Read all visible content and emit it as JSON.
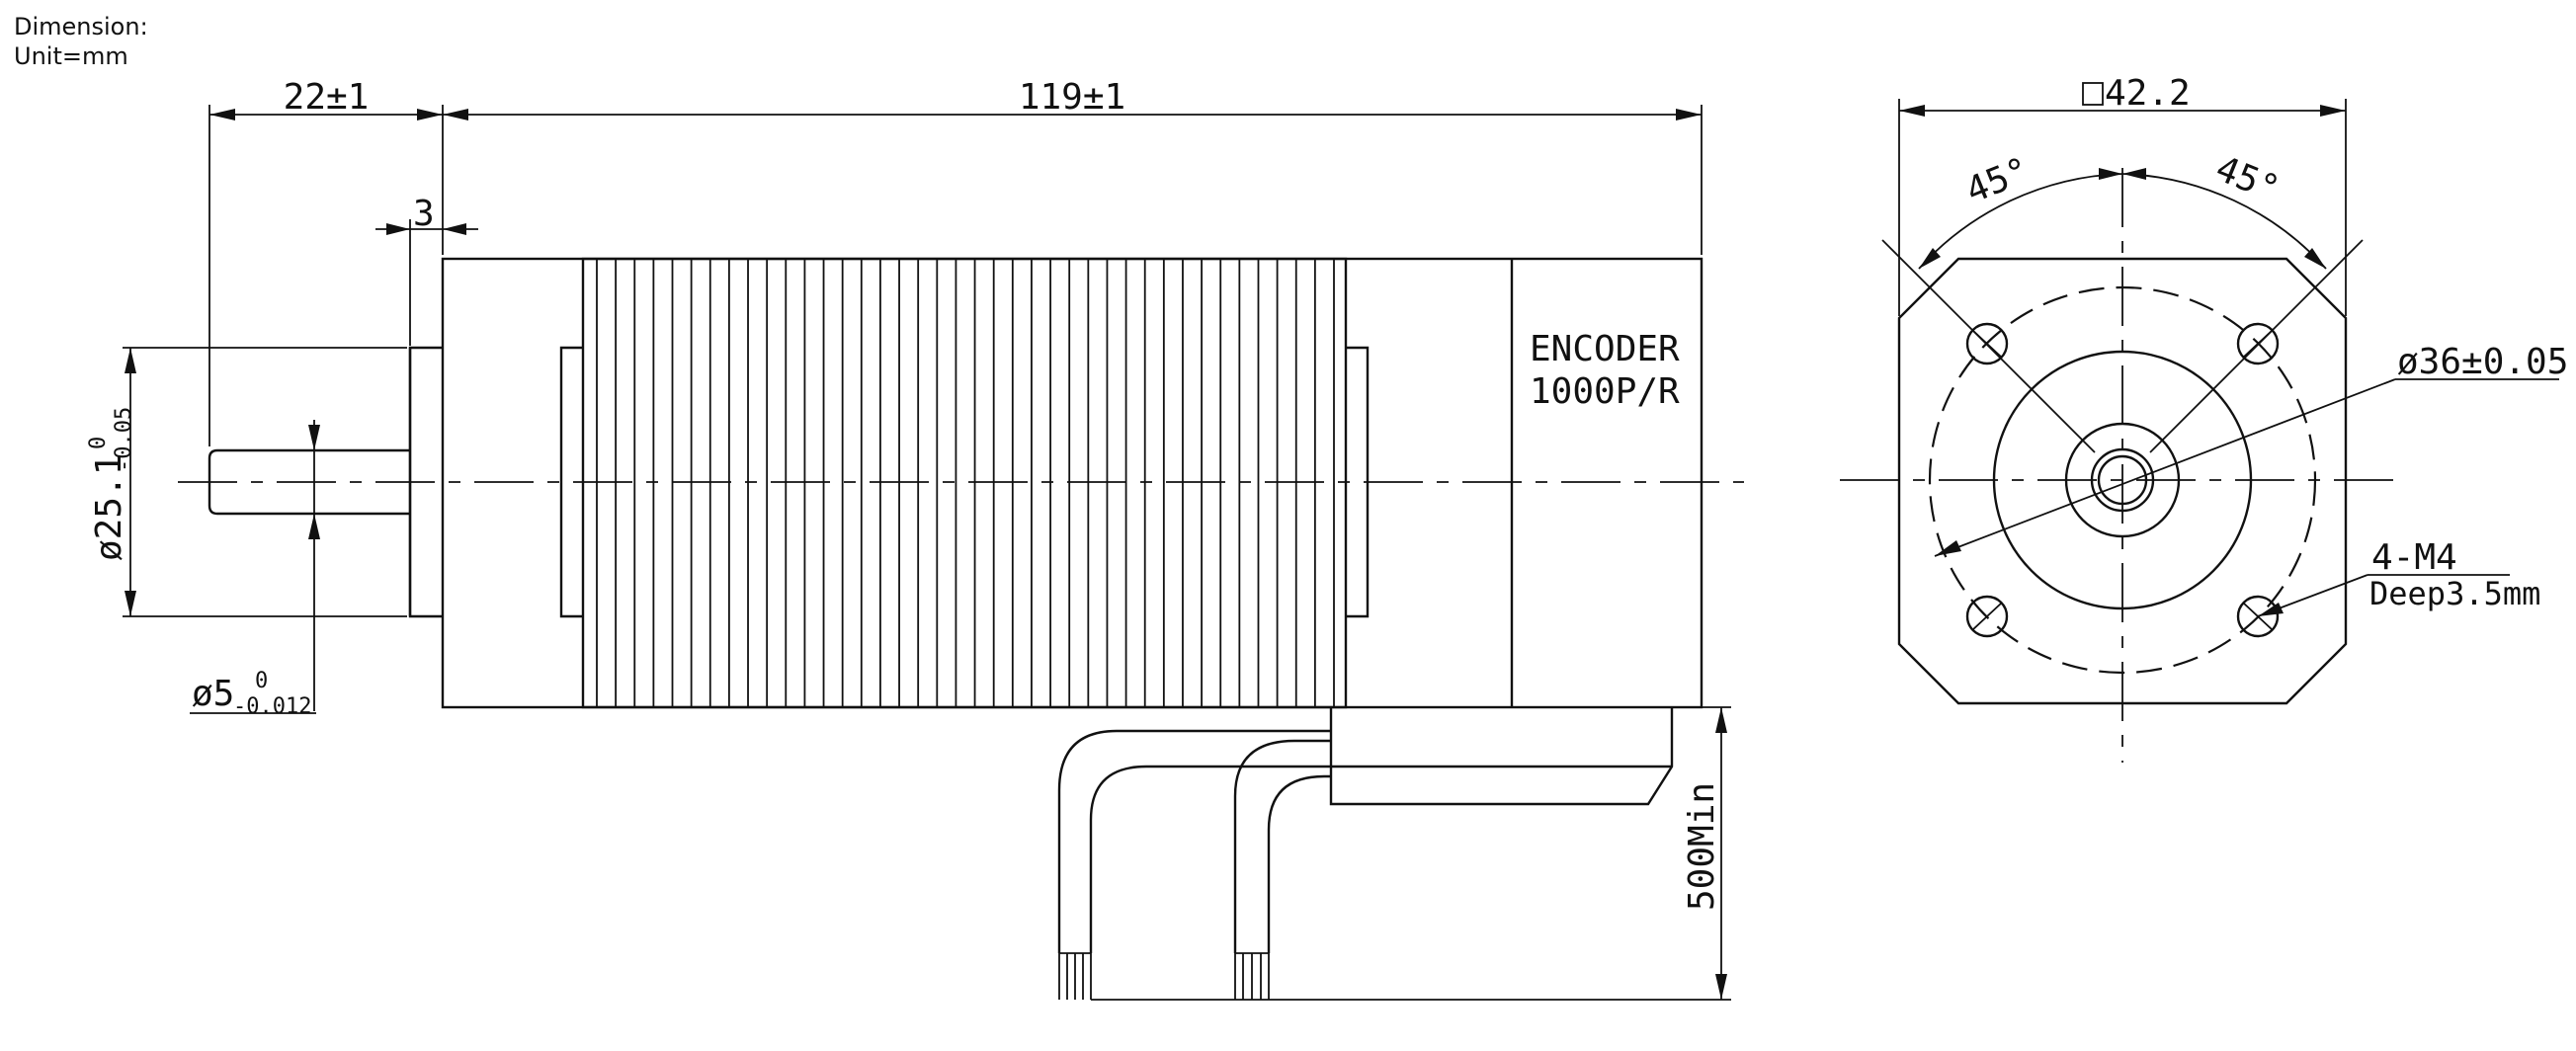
{
  "header": {
    "line1": "Dimension:",
    "line2": "Unit=mm"
  },
  "side_view": {
    "shaft_length": "22±1",
    "body_length": "119±1",
    "flange_thickness": "3",
    "pilot_diameter": "ø25.1",
    "pilot_tol_upper": "0",
    "pilot_tol_lower": "-0.05",
    "shaft_diameter": "ø5",
    "shaft_tol_upper": "0",
    "shaft_tol_lower": "-0.012",
    "encoder_line1": "ENCODER",
    "encoder_line2": "1000P/R",
    "lead_length": "500Min"
  },
  "front_view": {
    "square_size": "42.2",
    "angle_left": "45°",
    "angle_right": "45°",
    "bolt_circle": "ø36±0.05",
    "holes_line1": "4-M4",
    "holes_line2": "Deep3.5mm"
  }
}
